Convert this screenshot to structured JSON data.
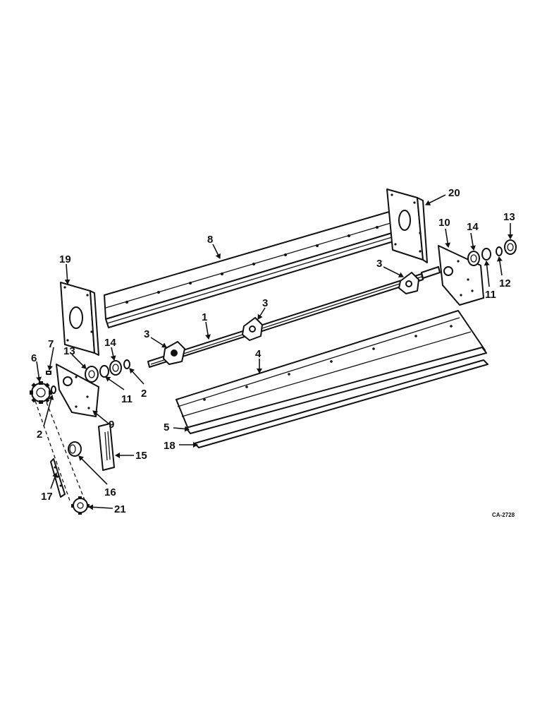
{
  "callouts": [
    "1",
    "2",
    "2",
    "3",
    "3",
    "3",
    "4",
    "5",
    "6",
    "7",
    "8",
    "9",
    "10",
    "11",
    "11",
    "12",
    "13",
    "13",
    "14",
    "14",
    "15",
    "16",
    "17",
    "18",
    "19",
    "20",
    "21"
  ],
  "drawing_code": "CA-2728"
}
